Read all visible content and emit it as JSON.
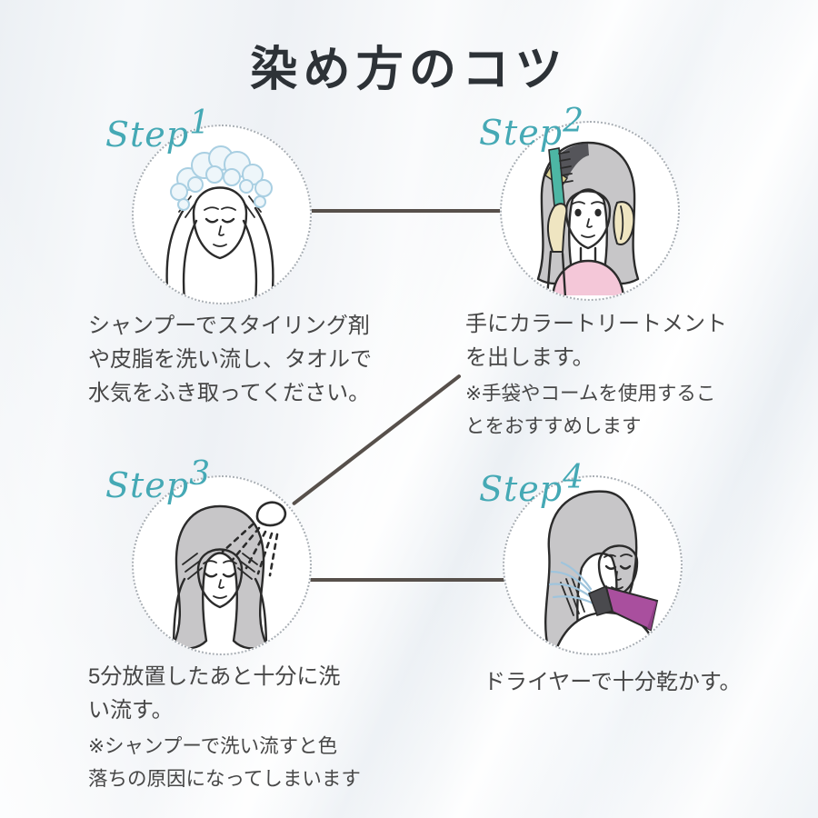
{
  "title": "染め方のコツ",
  "colors": {
    "accent": "#45a9b5",
    "connector": "#57504b",
    "text": "#474747",
    "title_color": "#2d3237"
  },
  "steps": [
    {
      "label_word": "Step",
      "label_number": "1",
      "illustration": "woman-shampooing-hair-with-foam",
      "description": "シャンプーでスタイリング剤\nや皮脂を洗い流し、タオルで\n水気をふき取ってください。",
      "note": ""
    },
    {
      "label_word": "Step",
      "label_number": "2",
      "illustration": "woman-applying-color-treatment-with-comb",
      "description": "手にカラートリートメント\nを出します。",
      "note": "※手袋やコームを使用するこ\nとをおすすめします"
    },
    {
      "label_word": "Step",
      "label_number": "3",
      "illustration": "woman-rinsing-hair-under-shower",
      "description": "5分放置したあと十分に洗\nい流す。",
      "note": "※シャンプーで洗い流すと色\n落ちの原因になってしまいます"
    },
    {
      "label_word": "Step",
      "label_number": "4",
      "illustration": "woman-drying-hair-with-hair-dryer",
      "description": "ドライヤーで十分乾かす。",
      "note": ""
    }
  ]
}
